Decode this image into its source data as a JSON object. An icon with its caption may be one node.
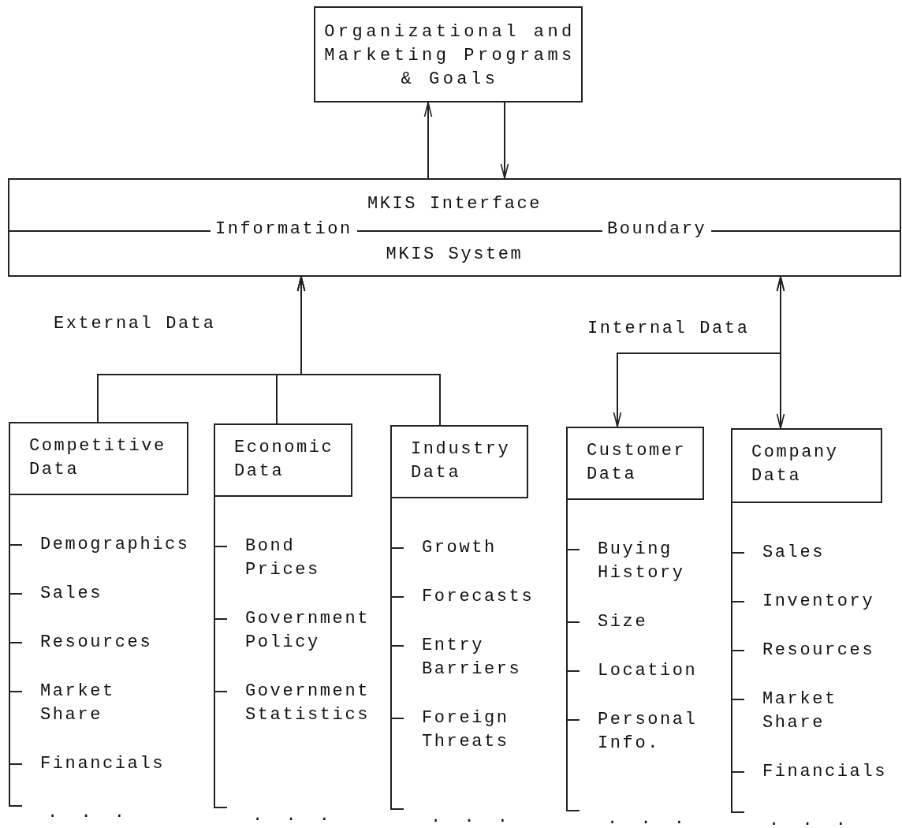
{
  "diagram": {
    "nodes": [
      {
        "text": [
          "Organizational and Marketing Programs & Goals"
        ]
      },
      {
        "text": [
          "MKIS Interface",
          "Information",
          "Boundary",
          "MKIS System"
        ]
      },
      {
        "text": [
          "Competitive Data"
        ],
        "beside": [
          "Demographics",
          "Sales",
          "Resources",
          "Market Share",
          "Financials"
        ]
      },
      {
        "text": [
          "Economic Data"
        ],
        "beside": [
          "Bond Prices",
          "Government Policy",
          "Government Statistics"
        ]
      },
      {
        "text": [
          "Industry Data"
        ],
        "beside": [
          "Growth",
          "Forecasts",
          "Entry Barriers",
          "Foreign Threats"
        ]
      },
      {
        "text": [
          "Customer Data"
        ],
        "beside": [
          "Buying History",
          "Size",
          "Location",
          "Personal Info."
        ]
      },
      {
        "text": [
          "Company Data"
        ],
        "beside": [
          "Sales",
          "Inventory",
          "Resources",
          "Market Share",
          "Financials"
        ]
      }
    ],
    "edges": [
      {
        "from": 1,
        "to": 0,
        "arrow": "to"
      },
      {
        "from": 0,
        "to": 1,
        "arrow": "to"
      },
      {
        "from": 2,
        "to": 1,
        "arrow": "to"
      },
      {
        "from": 3,
        "to": 1,
        "arrow": "to"
      },
      {
        "from": 4,
        "to": 1,
        "arrow": "to"
      },
      {
        "from": 1,
        "to": 5,
        "arrow": "both"
      },
      {
        "from": 1,
        "to": 6,
        "arrow": "both"
      }
    ],
    "labels": [
      "External Data",
      "Internal Data",
      ". . .",
      ". . .",
      ". . .",
      ". . .",
      ". . ."
    ]
  }
}
